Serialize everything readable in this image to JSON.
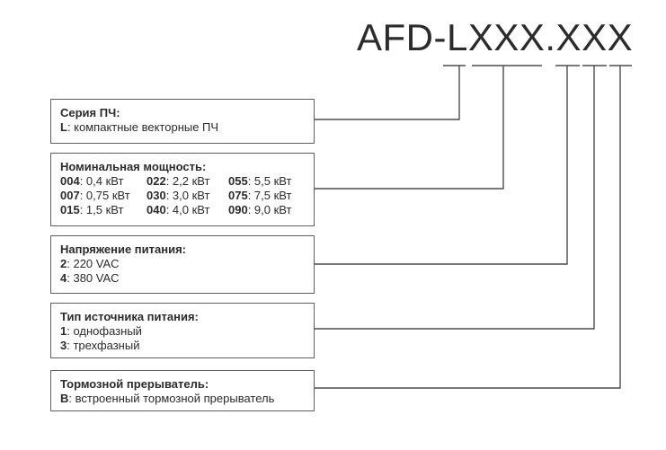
{
  "title": "AFD-LXXX.XXX",
  "colors": {
    "background": "#ffffff",
    "text": "#2b2b2b",
    "line": "#4d4d4d",
    "box_border": "#5f5f5f"
  },
  "sections": [
    {
      "id": "series",
      "heading": "Серия ПЧ:",
      "rows": [
        {
          "code": "L",
          "desc": ": компактные векторные ПЧ"
        }
      ]
    },
    {
      "id": "power",
      "heading": "Номинальная мощность:",
      "rows": [
        {
          "code": "004",
          "desc": ": 0,4 кВт"
        },
        {
          "code": "022",
          "desc": ": 2,2 кВт"
        },
        {
          "code": "055",
          "desc": ": 5,5 кВт"
        },
        {
          "code": "007",
          "desc": ": 0,75 кВт"
        },
        {
          "code": "030",
          "desc": ": 3,0 кВт"
        },
        {
          "code": "075",
          "desc": ": 7,5 кВт"
        },
        {
          "code": "015",
          "desc": ": 1,5 кВт"
        },
        {
          "code": "040",
          "desc": ": 4,0 кВт"
        },
        {
          "code": "090",
          "desc": ": 9,0 кВт"
        }
      ]
    },
    {
      "id": "voltage",
      "heading": "Напряжение питания:",
      "rows": [
        {
          "code": "2",
          "desc": ": 220 VAC"
        },
        {
          "code": "4",
          "desc": ": 380 VAC"
        }
      ]
    },
    {
      "id": "phase",
      "heading": "Тип источника питания:",
      "rows": [
        {
          "code": "1",
          "desc": ": однофазный"
        },
        {
          "code": "3",
          "desc": ": трехфазный"
        }
      ]
    },
    {
      "id": "brake",
      "heading": "Тормозной прерыватель:",
      "rows": [
        {
          "code": "B",
          "desc": ": встроенный тормозной прерыватель"
        }
      ]
    }
  ]
}
